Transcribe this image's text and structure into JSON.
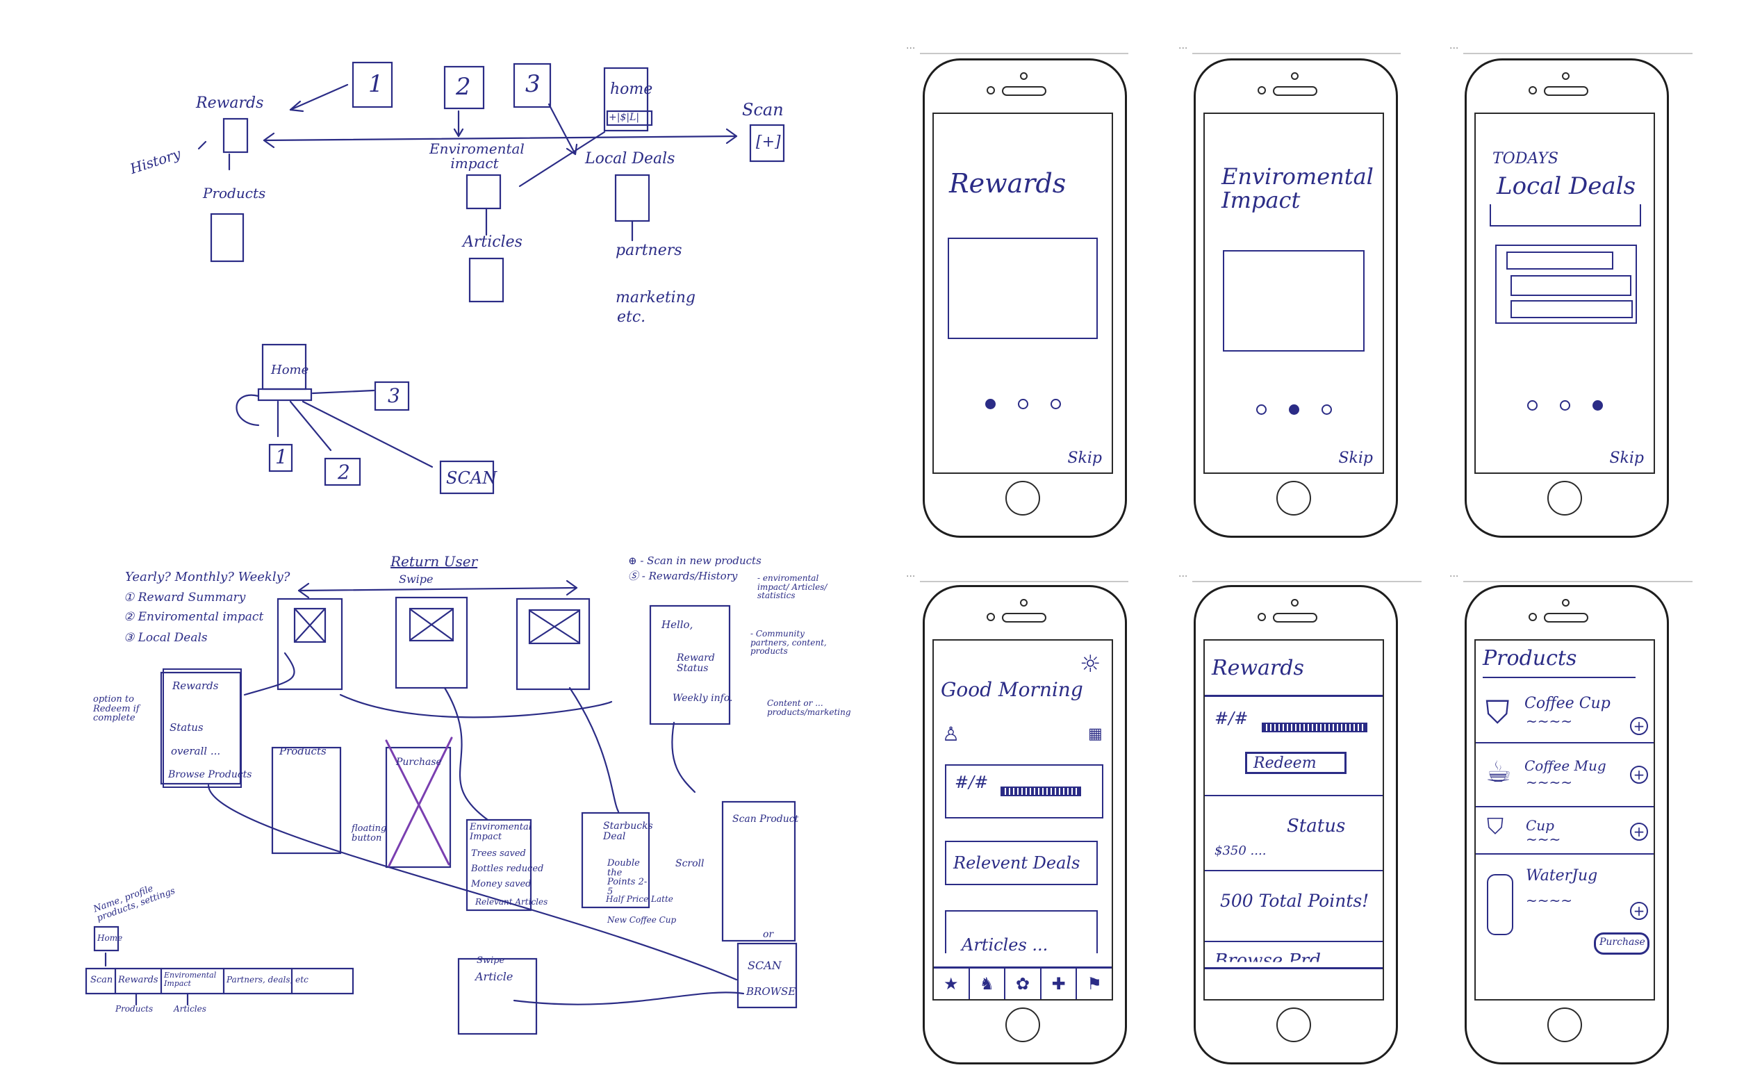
{
  "sketch_map": {
    "rewards": "Rewards",
    "history": "History",
    "products": "Products",
    "n1": "1",
    "n2": "2",
    "n3": "3",
    "home": "home",
    "scan": "Scan",
    "scan_glyph": "[+]",
    "env_impact": "Enviromental impact",
    "local_deals": "Local Deals",
    "articles": "Articles",
    "partners": "partners",
    "marketing": "marketing",
    "etc": "etc.",
    "nav_glyph": "+|$|L|"
  },
  "sketch_home": {
    "home": "Home",
    "n1": "1",
    "n2": "2",
    "n3": "3",
    "scan": "SCAN"
  },
  "sketch_flow": {
    "return_user": "Return User",
    "swipe": "Swipe",
    "frequency": "Yearly? Monthly? Weekly?",
    "list1": "① Reward Summary",
    "list2": "② Enviromental impact",
    "list3": "③ Local Deals",
    "legend1": "⊕ - Scan in new products",
    "legend2": "Ⓢ - Rewards/History",
    "legend3": "- enviromental impact/ Articles/ statistics",
    "legend4": "- Community partners, content, products",
    "option": "option to Redeem if complete",
    "rewards": "Rewards",
    "status": "Status",
    "overall": "overall ...",
    "browse": "Browse Products",
    "products": "Products",
    "purchase": "Purchase",
    "floating": "floating button",
    "hello": "Hello,",
    "reward_status": "Reward Status",
    "weekly": "Weekly info.",
    "content": "Content or ... products/marketing",
    "env": "Enviromental Impact",
    "trees": "Trees saved",
    "bottles": "Bottles reduced",
    "money": "Money saved",
    "relevant": "Relevant Articles",
    "starbucks": "Starbucks Deal",
    "double": "Double the Points 2-5",
    "halfprice": "Half Price Latte",
    "newcoffee": "New Coffee Cup",
    "scroll": "Scroll",
    "scan_product": "Scan Product",
    "or": "or",
    "scan": "SCAN",
    "browse_btn": "BROWSE",
    "article": "Article",
    "swipe2": "Swipe",
    "nav_note": "Name, profile products, settings",
    "home": "Home",
    "nav": [
      "Scan",
      "Rewards",
      "Enviromental Impact",
      "Partners, deals, etc",
      ""
    ],
    "sub1": "Products",
    "sub2": "Articles"
  },
  "screens": {
    "s1": {
      "title": "Rewards",
      "skip": "Skip"
    },
    "s2": {
      "title": "Enviromental Impact",
      "skip": "Skip"
    },
    "s3": {
      "pre": "TODAYS",
      "title": "Local Deals",
      "skip": "Skip"
    },
    "s4": {
      "greeting": "Good Morning",
      "ratio": "#/#",
      "deals": "Relevent Deals",
      "articles": "Articles ..."
    },
    "s5": {
      "title": "Rewards",
      "ratio": "#/#",
      "redeem": "Redeem",
      "status": "Status",
      "amount": "$350 ....",
      "points": "500 Total Points!",
      "bottom": "Browse Prd"
    },
    "s6": {
      "title": "Products",
      "items": [
        "Coffee Cup",
        "Coffee Mug",
        "Cup",
        "WaterJug"
      ],
      "purchase": "Purchase"
    }
  }
}
